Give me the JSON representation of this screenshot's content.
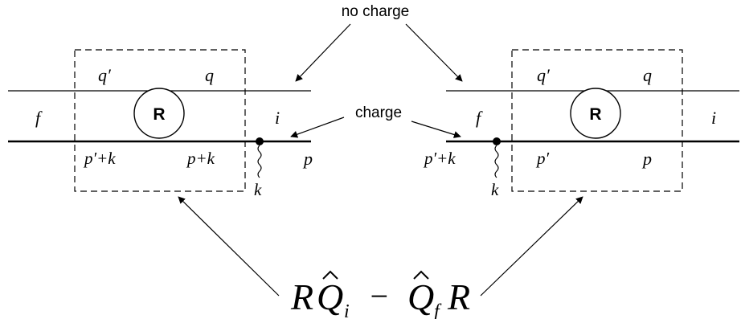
{
  "labels": {
    "no_charge": "no charge",
    "charge": "charge",
    "formula": {
      "R1": "R",
      "Q1": "Q",
      "i_sub": "i",
      "minus": "−",
      "Q2": "Q",
      "f_sub": "f",
      "R2": "R"
    }
  },
  "left_diagram": {
    "q_prime": "q′",
    "q": "q",
    "f": "f",
    "R": "R",
    "i": "i",
    "p_prime_k": "p′+k",
    "p_k": "p+k",
    "p": "p",
    "k": "k"
  },
  "right_diagram": {
    "q_prime": "q′",
    "q": "q",
    "f": "f",
    "R": "R",
    "i": "i",
    "p_prime_k": "p′+k",
    "p_prime": "p′",
    "p": "p",
    "k": "k"
  }
}
